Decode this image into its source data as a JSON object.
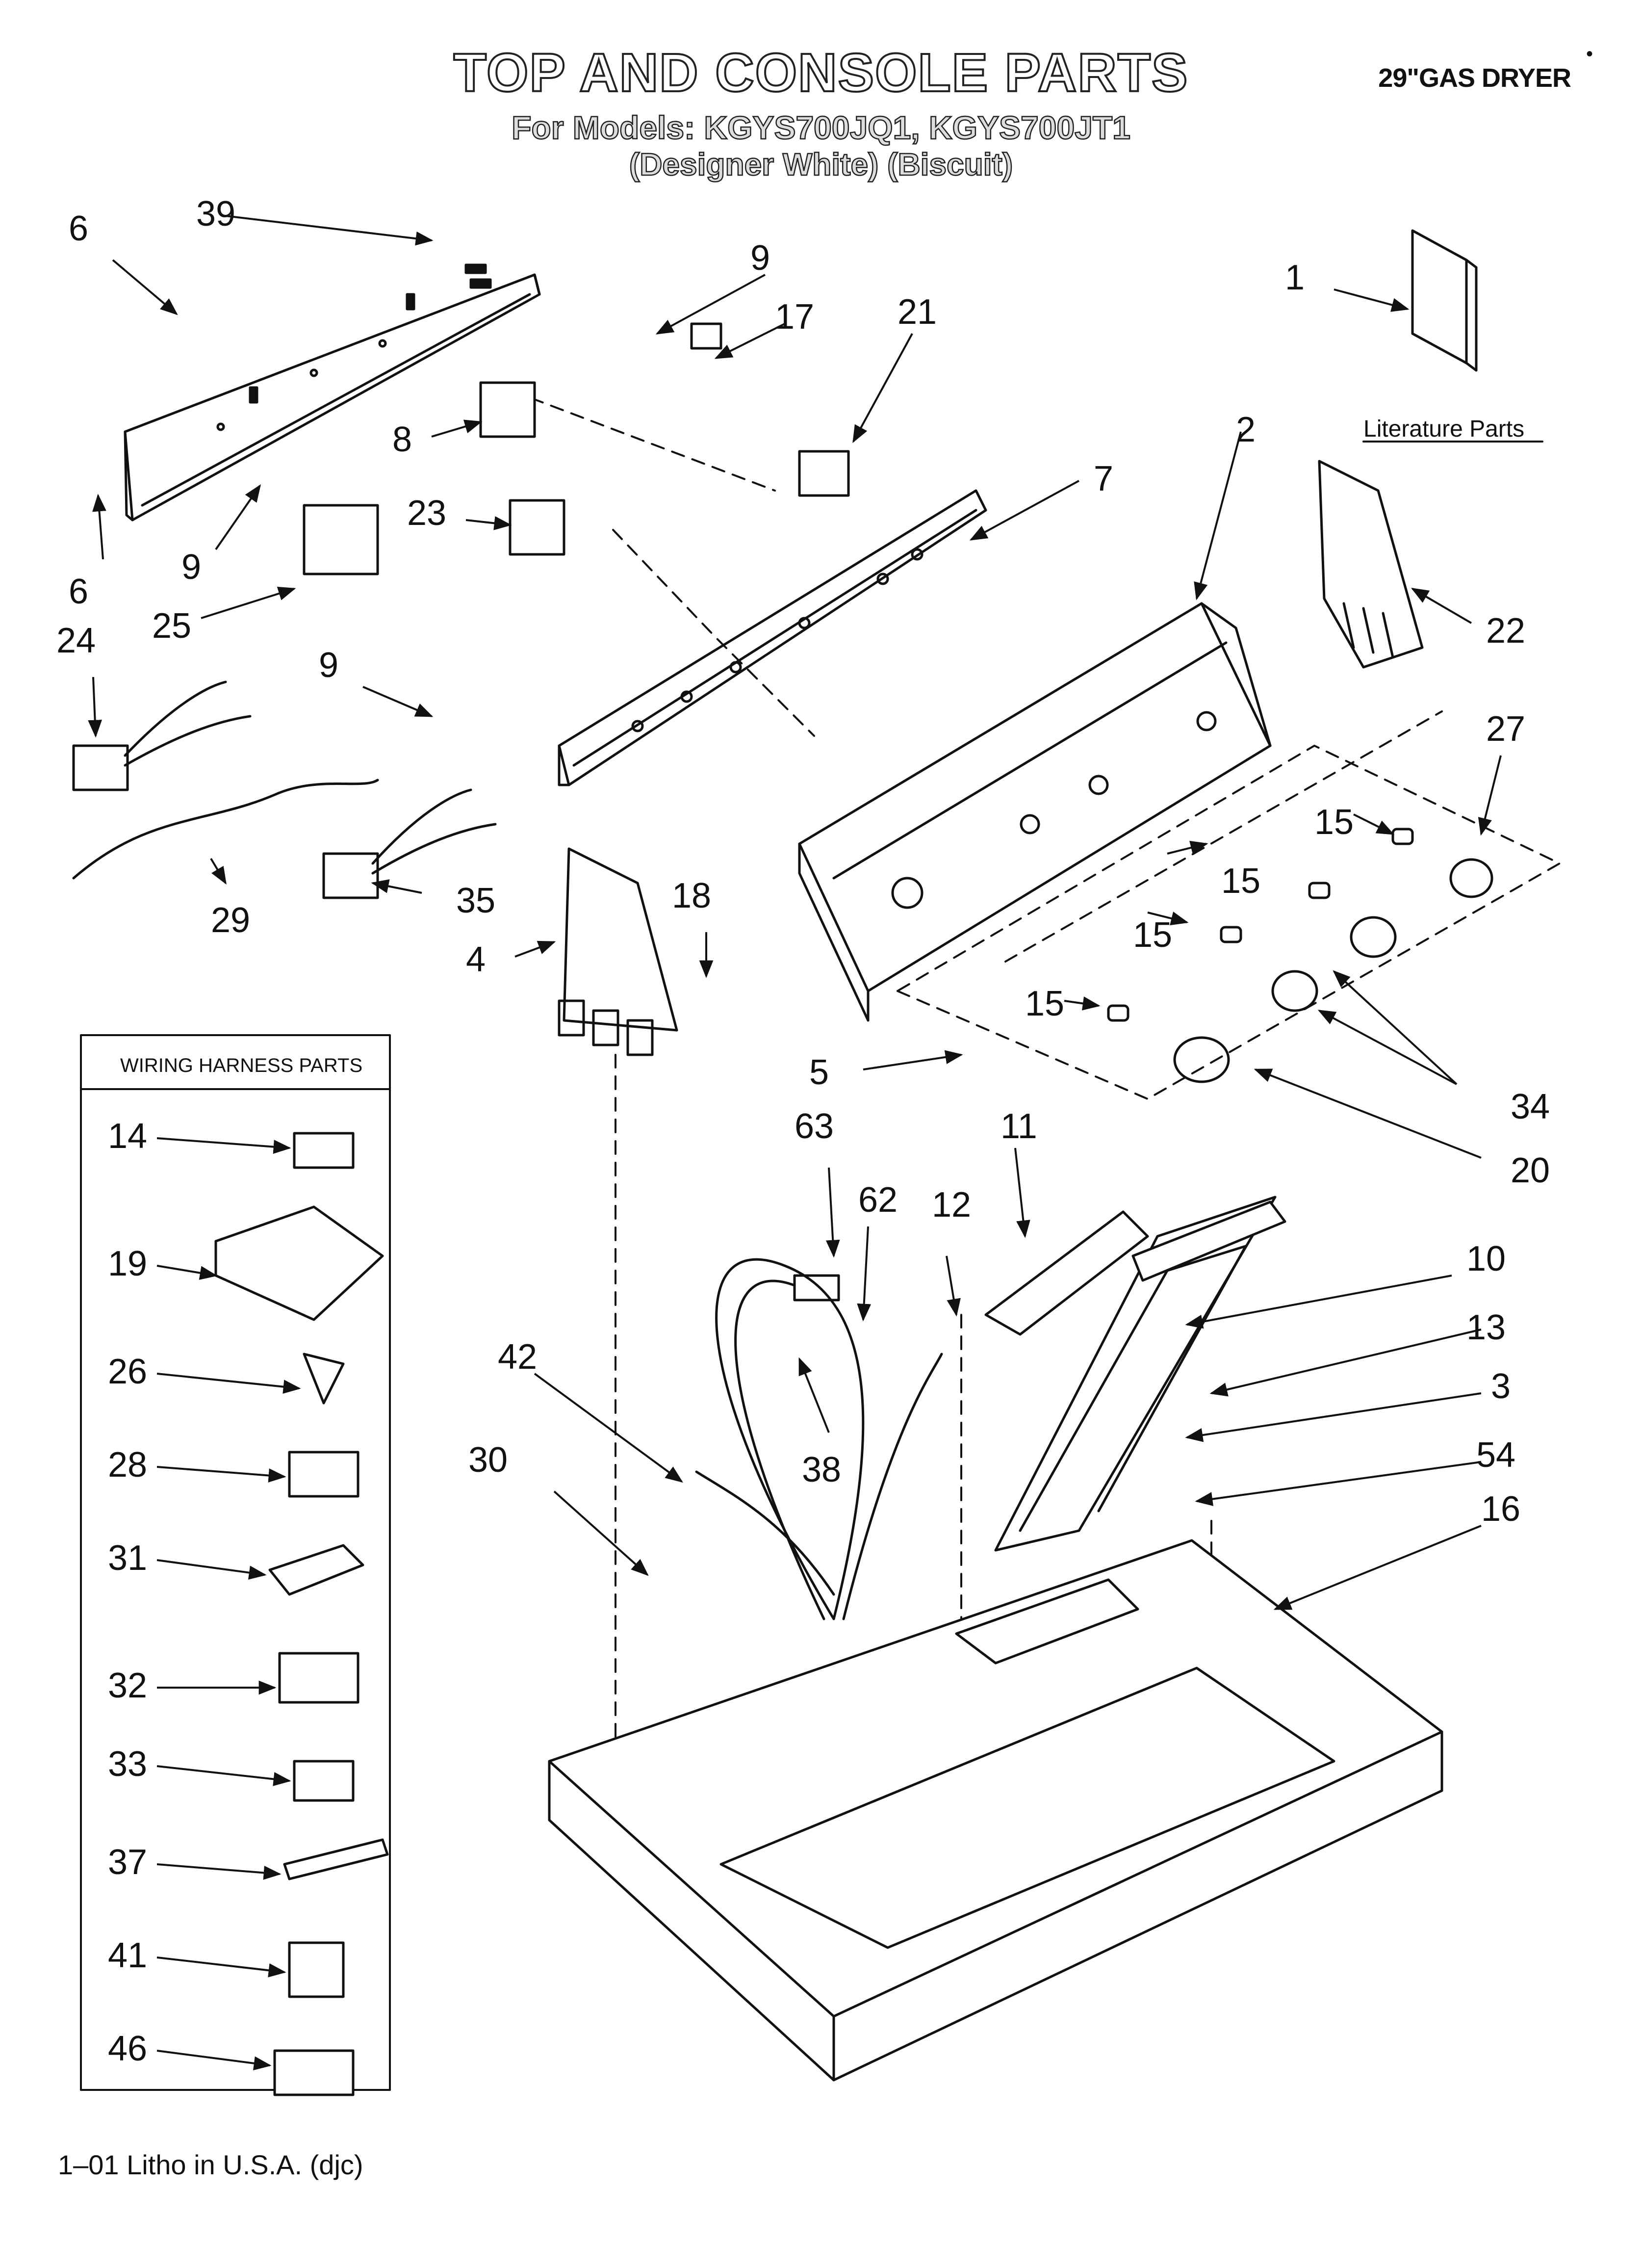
{
  "header": {
    "title": "TOP AND CONSOLE PARTS",
    "models": "For Models: KGYS700JQ1, KGYS700JT1",
    "finishes": "(Designer White)    (Biscuit)",
    "product": "29\"GAS DRYER",
    "corner_mark": "•"
  },
  "footer": {
    "text": "1–01 Litho in U.S.A. (djc)"
  },
  "literature_box": {
    "label": "Literature Parts"
  },
  "wiring_box": {
    "title": "WIRING HARNESS PARTS"
  },
  "callouts": {
    "c1": "1",
    "c2": "2",
    "c3": "3",
    "c4": "4",
    "c5": "5",
    "c6a": "6",
    "c6b": "6",
    "c7": "7",
    "c8": "8",
    "c9a": "9",
    "c9b": "9",
    "c9c": "9",
    "c10": "10",
    "c11": "11",
    "c12": "12",
    "c13": "13",
    "c15a": "15",
    "c15b": "15",
    "c15c": "15",
    "c15d": "15",
    "c16": "16",
    "c17": "17",
    "c18": "18",
    "c20": "20",
    "c21": "21",
    "c22": "22",
    "c23": "23",
    "c24": "24",
    "c25": "25",
    "c27": "27",
    "c29": "29",
    "c30": "30",
    "c34": "34",
    "c35": "35",
    "c38": "38",
    "c39": "39",
    "c42": "42",
    "c54": "54",
    "c62": "62",
    "c63": "63"
  },
  "wiring_items": [
    {
      "label": "14"
    },
    {
      "label": "19"
    },
    {
      "label": "26"
    },
    {
      "label": "28"
    },
    {
      "label": "31"
    },
    {
      "label": "32"
    },
    {
      "label": "33"
    },
    {
      "label": "37"
    },
    {
      "label": "41"
    },
    {
      "label": "46"
    }
  ]
}
